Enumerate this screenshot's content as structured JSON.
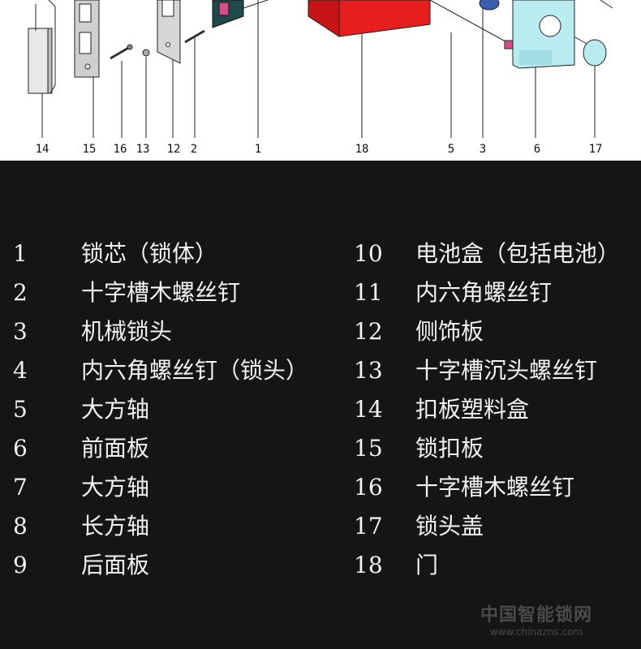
{
  "diagram": {
    "callouts": [
      "14",
      "15",
      "16",
      "13",
      "12",
      "2",
      "1",
      "18",
      "5",
      "3",
      "6",
      "17"
    ]
  },
  "legend": {
    "left": [
      {
        "num": "1",
        "label": "锁芯（锁体）"
      },
      {
        "num": "2",
        "label": "十字槽木螺丝钉"
      },
      {
        "num": "3",
        "label": "机械锁头"
      },
      {
        "num": "4",
        "label": "内六角螺丝钉（锁头）"
      },
      {
        "num": "5",
        "label": "大方轴"
      },
      {
        "num": "6",
        "label": "前面板"
      },
      {
        "num": "7",
        "label": "大方轴"
      },
      {
        "num": "8",
        "label": "长方轴"
      },
      {
        "num": "9",
        "label": "后面板"
      }
    ],
    "right": [
      {
        "num": "10",
        "label": "电池盒（包括电池）"
      },
      {
        "num": "11",
        "label": "内六角螺丝钉"
      },
      {
        "num": "12",
        "label": "侧饰板"
      },
      {
        "num": "13",
        "label": "十字槽沉头螺丝钉"
      },
      {
        "num": "14",
        "label": "扣板塑料盒"
      },
      {
        "num": "15",
        "label": "锁扣板"
      },
      {
        "num": "16",
        "label": "十字槽木螺丝钉"
      },
      {
        "num": "17",
        "label": "锁头盖"
      },
      {
        "num": "18",
        "label": "门"
      }
    ]
  },
  "watermark": {
    "title": "中国智能锁网",
    "url": "www.chinazns.com"
  },
  "colors": {
    "door_red": "#e81e1e",
    "panel_cyan": "#b8ecf0",
    "lock_magenta": "#d24d8c",
    "background_dark": "#151515",
    "diagram_bg": "#ffffff",
    "legend_text": "#f2f2f2"
  }
}
